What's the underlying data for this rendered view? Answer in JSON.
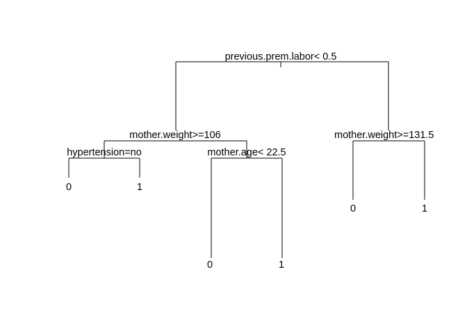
{
  "tree": {
    "root": {
      "split": "previous.prem.labor< 0.5",
      "left": {
        "split": "mother.weight>=106",
        "left": {
          "split": "hypertension=no",
          "left_leaf": "0",
          "right_leaf": "1"
        },
        "right": {
          "split": "mother.age< 22.5",
          "left_leaf": "0",
          "right_leaf": "1"
        }
      },
      "right": {
        "split": "mother.weight>=131.5",
        "left_leaf": "0",
        "right_leaf": "1"
      }
    }
  }
}
